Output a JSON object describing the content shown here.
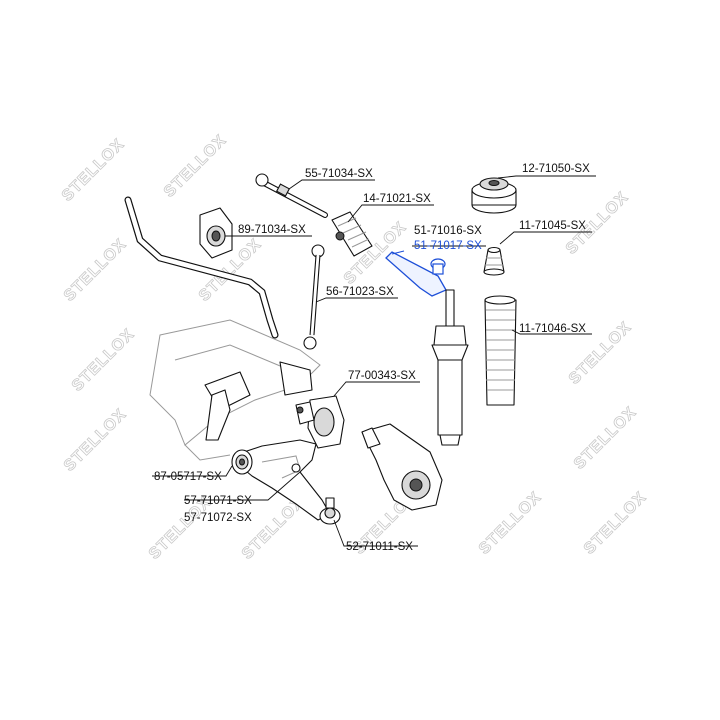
{
  "watermark": {
    "text": "STELLOX"
  },
  "part_labels": [
    {
      "id": "12-71050",
      "text": "12-71050-SX",
      "highlight": false
    },
    {
      "id": "55-71034",
      "text": "55-71034-SX",
      "highlight": false
    },
    {
      "id": "14-71021",
      "text": "14-71021-SX",
      "highlight": false
    },
    {
      "id": "11-71045",
      "text": "11-71045-SX",
      "highlight": false
    },
    {
      "id": "89-71034",
      "text": "89-71034-SX",
      "highlight": false
    },
    {
      "id": "51-71016",
      "text": "51-71016-SX",
      "highlight": false
    },
    {
      "id": "51-71017",
      "text": "51-71017-SX",
      "highlight": true
    },
    {
      "id": "56-71023",
      "text": "56-71023-SX",
      "highlight": false
    },
    {
      "id": "11-71046",
      "text": "11-71046-SX",
      "highlight": false
    },
    {
      "id": "77-00343",
      "text": "77-00343-SX",
      "highlight": false
    },
    {
      "id": "87-05717",
      "text": "87-05717-SX",
      "highlight": false
    },
    {
      "id": "57-71071",
      "text": "57-71071-SX",
      "highlight": false
    },
    {
      "id": "57-71072",
      "text": "57-71072-SX",
      "highlight": false
    },
    {
      "id": "52-71011",
      "text": "52-71011-SX",
      "highlight": false
    }
  ],
  "colors": {
    "highlight": "#1d4fd8",
    "ink": "#111111",
    "watermark": "#c9c9c9"
  }
}
